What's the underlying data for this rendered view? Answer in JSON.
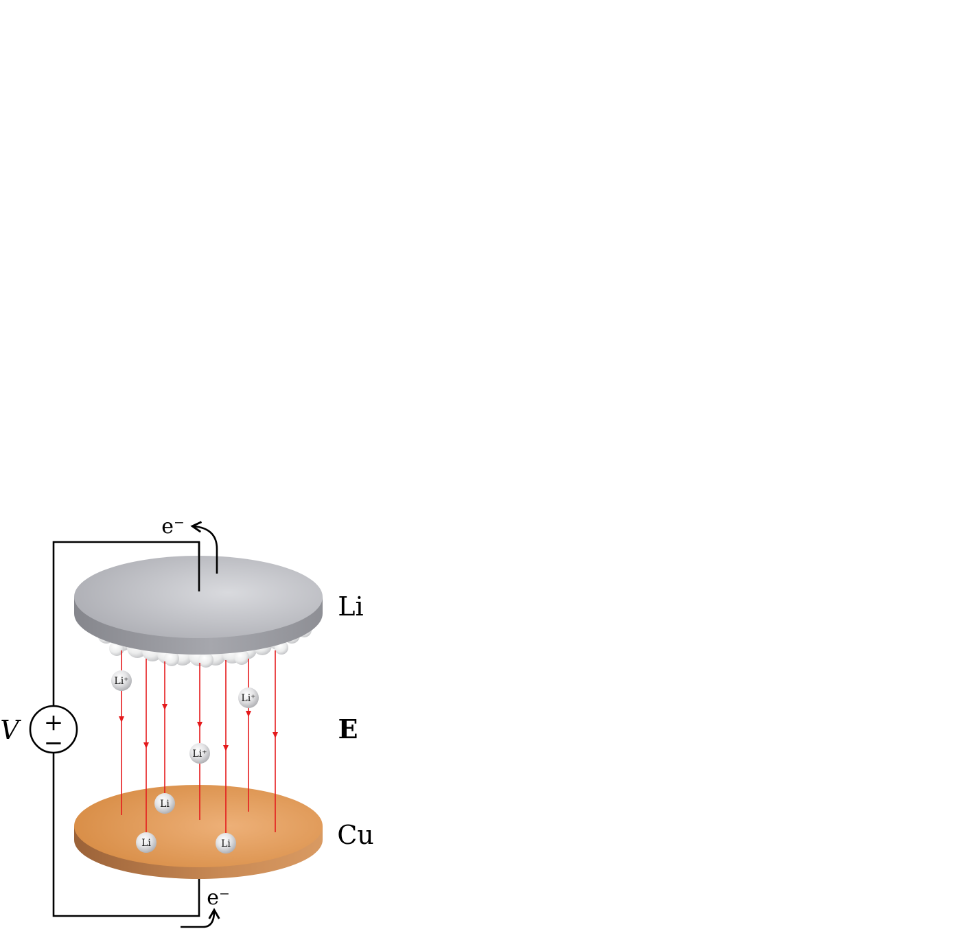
{
  "labels": {
    "electron_top": "e⁻",
    "electron_bottom": "e⁻",
    "voltage": "V",
    "plus": "+",
    "minus": "−",
    "top_electrode": "Li",
    "field": "E",
    "bottom_electrode": "Cu"
  },
  "ions": {
    "li_ion": "Li⁺",
    "li_atom": "Li"
  },
  "colors": {
    "wire": "#000000",
    "field_lines": "#e41a1c",
    "lithium_plate": "#b8b9bf",
    "copper_plate": "#dd9450"
  }
}
